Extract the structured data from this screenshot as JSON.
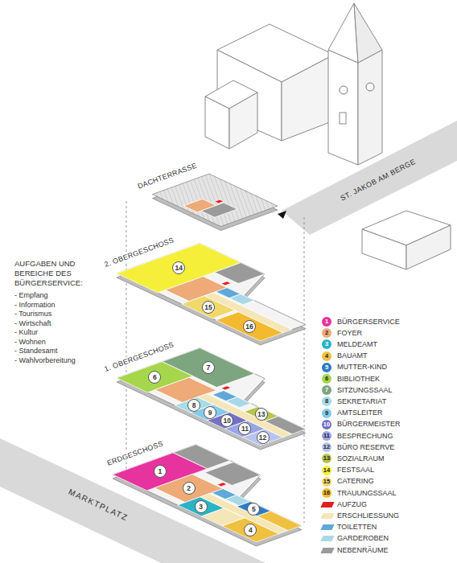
{
  "diagram": {
    "labels": [
      "AUFGABEN UND BEREICHE DES BÜRGERSERVICE:",
      "- Empfang",
      "- Information",
      "- Tourismus",
      "- Wirtschaft",
      "- Kultur",
      "- Wohnen",
      "- Standesamt",
      "- Wahlvorbereitung",
      "DACHTERRASSE",
      "2. OBERGESCHOSS",
      "1. OBERGESCHOSS",
      "ERDGESCHOSS",
      "ST. JAKOB AM BERGE",
      "MARKTPLATZ",
      "14",
      "15",
      "16",
      "7",
      "6",
      "8",
      "9",
      "10",
      "11",
      "12",
      "13",
      "1",
      "2",
      "3",
      "5",
      "4",
      "1",
      "2",
      "3",
      "4",
      "5",
      "6",
      "7",
      "8",
      "9",
      "10",
      "11",
      "12",
      "13",
      "14",
      "15",
      "16"
    ],
    "legend": [
      {
        "text": "BÜRGERSERVICE",
        "color": "#e6339e"
      },
      {
        "text": "FOYER",
        "color": "#eeaa77"
      },
      {
        "text": "MELDEAMT",
        "color": "#29b4c6"
      },
      {
        "text": "BAUAMT",
        "color": "#f0c040"
      },
      {
        "text": "MUTTER-KIND",
        "color": "#2e7bc4"
      },
      {
        "text": "BIBLIOTHEK",
        "color": "#a6d64b"
      },
      {
        "text": "SITZUNGSSAAL",
        "color": "#7da580"
      },
      {
        "text": "SEKRETARIAT",
        "color": "#a6dce6"
      },
      {
        "text": "AMTSLEITER",
        "color": "#85cbe8"
      },
      {
        "text": "BÜRGERMEISTER",
        "color": "#7570c6"
      },
      {
        "text": "BESPRECHUNG",
        "color": "#9aa4e6"
      },
      {
        "text": "BÜRO RESERVE",
        "color": "#b8c4f0"
      },
      {
        "text": "SOZIALRAUM",
        "color": "#b5c64b"
      },
      {
        "text": "FESTSAAL",
        "color": "#f5ef3a"
      },
      {
        "text": "CATERING",
        "color": "#f0d86a"
      },
      {
        "text": "TRAUUNGSSAAL",
        "color": "#f3b92f"
      },
      {
        "text": "AUFZUG",
        "color": "#e02020"
      },
      {
        "text": "ERSCHLIESSUNG",
        "color": "#f5e6b8"
      },
      {
        "text": "TOILETTEN",
        "color": "#5fa8d8"
      },
      {
        "text": "GARDEROBEN",
        "color": "#a8d8e8"
      },
      {
        "text": "NEBENRÄUME",
        "color": "#9a9a9a"
      }
    ]
  }
}
